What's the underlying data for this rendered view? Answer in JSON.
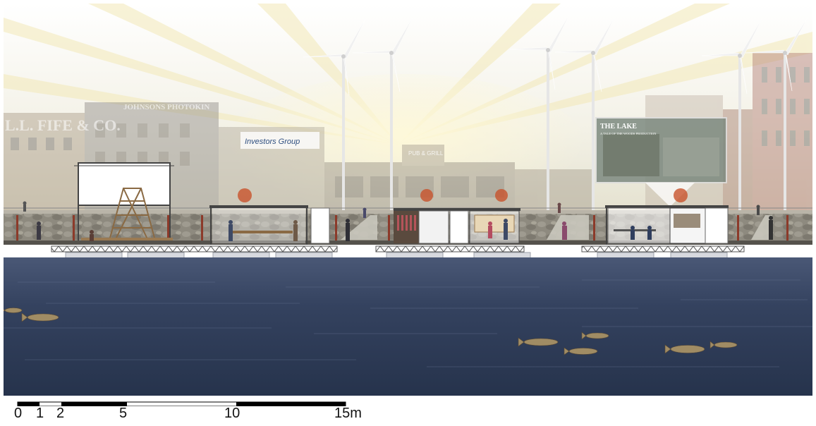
{
  "signs": {
    "fife": "L.L. FIFE & CO.",
    "johnson": "JOHNSONS PHOTOKIN",
    "investors": "Investors Group",
    "pub": "PUB & GRILL",
    "lake_title": "THE LAKE",
    "lake_subtitle": "A TALE OF THE WOODS PRODUCTION"
  },
  "scale_bar": {
    "labels": [
      "0",
      "1",
      "2",
      "5",
      "10",
      "15m"
    ],
    "marks_m": [
      0,
      1,
      2,
      5,
      10,
      15
    ]
  },
  "colors": {
    "sky": "#f3f1e9",
    "water_top": "#3e4e6b",
    "water_bottom": "#25324a",
    "wall": "#8d8a80",
    "deck": "#6d6a64",
    "float": "#d9dbe2"
  }
}
